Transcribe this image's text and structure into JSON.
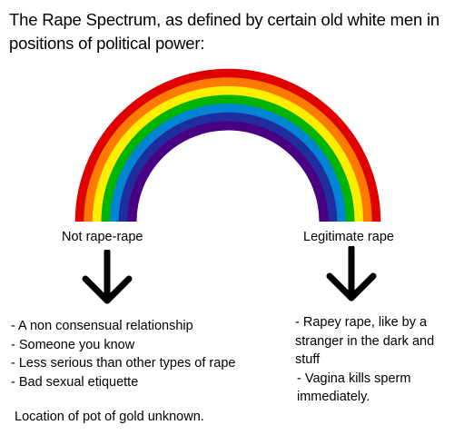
{
  "title": "The Rape Spectrum, as defined by certain old white men in positions of political power:",
  "rainbow_colors": [
    "#e00000",
    "#ff7b00",
    "#ffee00",
    "#00b400",
    "#0084d4",
    "#202d9e",
    "#4a0083"
  ],
  "left": {
    "label": "Not rape-rape",
    "items": [
      "- A non consensual relationship",
      "- Someone you know",
      "- Less serious than other types of rape",
      "- Bad sexual etiquette"
    ]
  },
  "right": {
    "label": "Legitimate rape",
    "items": [
      "- Rapey rape, like by a stranger in the dark and stuff",
      " - Vagina kills sperm immediately."
    ]
  },
  "footnote": "Location of pot of gold unknown."
}
